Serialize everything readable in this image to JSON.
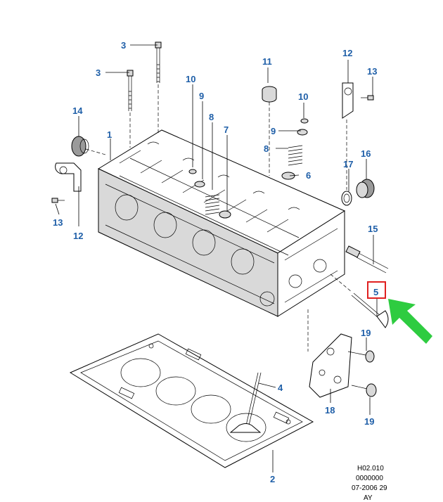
{
  "callouts": {
    "c1": "1",
    "c2": "2",
    "c3a": "3",
    "c3b": "3",
    "c4": "4",
    "c5": "5",
    "c6": "6",
    "c7": "7",
    "c8a": "8",
    "c8b": "8",
    "c9a": "9",
    "c9b": "9",
    "c10a": "10",
    "c10b": "10",
    "c11": "11",
    "c12a": "12",
    "c12b": "12",
    "c13a": "13",
    "c13b": "13",
    "c14": "14",
    "c15": "15",
    "c16": "16",
    "c17": "17",
    "c18": "18",
    "c19a": "19",
    "c19b": "19"
  },
  "highlight": {
    "color": "#e02020",
    "arrow_color": "#2ecc40"
  },
  "reference": {
    "line1": "H02.010",
    "line2": "0000000",
    "line3": "07-2006 29",
    "line4": "AY"
  },
  "colors": {
    "callout": "#1f5fa8"
  }
}
